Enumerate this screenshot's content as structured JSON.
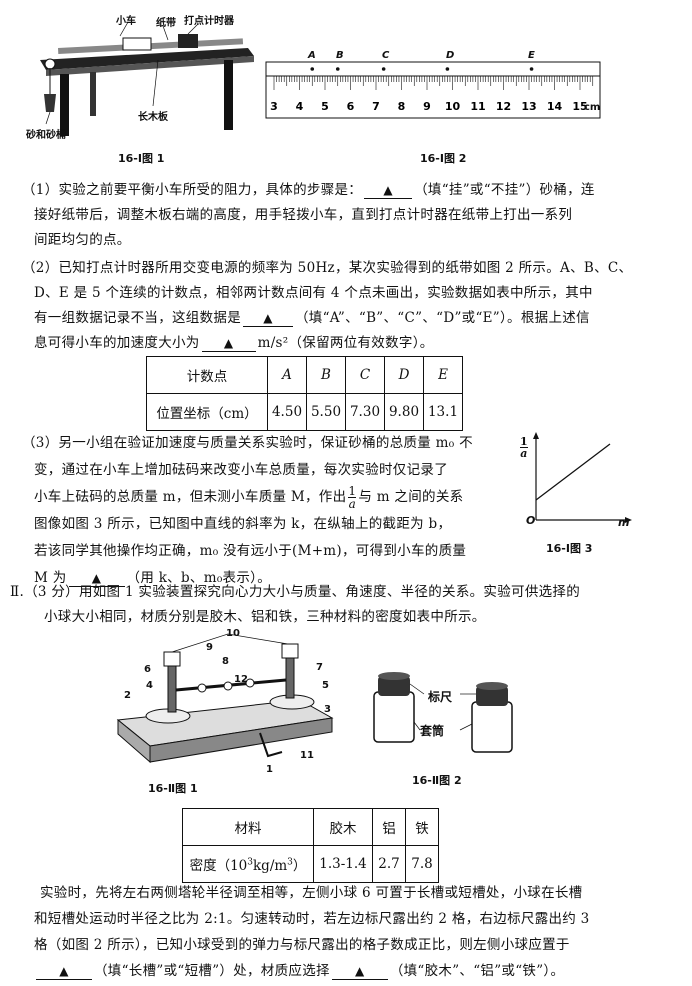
{
  "fig1": {
    "caption": "16-Ⅰ图 1",
    "label_cart": "小车",
    "label_tape": "纸带",
    "label_timer": "打点计时器",
    "label_board": "长木板",
    "label_sand": "砂和砂桶"
  },
  "fig2": {
    "caption": "16-Ⅰ图 2",
    "points": [
      "A",
      "B",
      "C",
      "D",
      "E"
    ],
    "ticks": [
      "3",
      "4",
      "5",
      "6",
      "7",
      "8",
      "9",
      "10",
      "11",
      "12",
      "13",
      "14",
      "15"
    ],
    "unit": "cm"
  },
  "q1": {
    "text_a": "（1）实验之前要平衡小车所受的阻力，具体的步骤是：",
    "text_b": "（填“挂”或“不挂”）砂桶，连",
    "text_c": "接好纸带后，调整木板右端的高度，用手轻拨小车，直到打点计时器在纸带上打出一系列",
    "text_d": "间距均匀的点。"
  },
  "q2": {
    "line1": "（2）已知打点计时器所用交变电源的频率为 50Hz，某次实验得到的纸带如图 2 所示。A、B、C、",
    "line2": "D、E 是 5 个连续的计数点，相邻两计数点间有 4 个点未画出，实验数据如表中所示，其中",
    "line3_a": "有一组数据记录不当，这组数据是",
    "line3_b": "（填“A”、“B”、“C”、“D”或“E”）。根据上述信",
    "line4_a": "息可得小车的加速度大小为",
    "line4_b": "m/s²（保留两位有效数字）。"
  },
  "table1": {
    "header": [
      "计数点",
      "A",
      "B",
      "C",
      "D",
      "E"
    ],
    "row": [
      "位置坐标（cm）",
      "4.50",
      "5.50",
      "7.30",
      "9.80",
      "13.1"
    ]
  },
  "q3": {
    "line1": "（3）另一小组在验证加速度与质量关系实验时，保证砂桶的总质量 m₀ 不",
    "line2": "变，通过在小车上增加砝码来改变小车总质量，每次实验时仅记录了",
    "line3_a": "小车上砝码的总质量 m，但未测小车质量 M，作出",
    "line3_frac_num": "1",
    "line3_frac_den": "a",
    "line3_b": "与 m 之间的关系",
    "line4": "图像如图 3 所示，已知图中直线的斜率为 k，在纵轴上的截距为 b，",
    "line5": "若该同学其他操作均正确，m₀ 没有远小于(M+m)，可得到小车的质量",
    "line6_a": "M 为",
    "line6_b": "（用 k、b、m₀表示）。"
  },
  "fig3": {
    "caption": "16-Ⅰ图 3",
    "y_num": "1",
    "y_den": "a",
    "x_label": "m",
    "origin": "O"
  },
  "partII": {
    "line1": "Ⅱ.（3 分）用如图 1 实验装置探究向心力大小与质量、角速度、半径的关系。实验可供选择的",
    "line2": "小球大小相同，材质分别是胶木、铝和铁，三种材料的密度如表中所示。"
  },
  "fig4": {
    "caption": "16-Ⅱ图 1",
    "numbers": [
      "10",
      "9",
      "8",
      "6",
      "7",
      "12",
      "2",
      "4",
      "5",
      "3",
      "11",
      "1"
    ]
  },
  "fig5": {
    "caption": "16-Ⅱ图 2",
    "label_ruler": "标尺",
    "label_sleeve": "套筒"
  },
  "table2": {
    "header": [
      "材料",
      "胶木",
      "铝",
      "铁"
    ],
    "row_label": "密度（10",
    "row_label_sup": "3",
    "row_label_unit": "kg/m",
    "row_label_sup2": "3",
    "row_label_end": "）",
    "values": [
      "1.3-1.4",
      "2.7",
      "7.8"
    ]
  },
  "final": {
    "line1": "实验时，先将左右两侧塔轮半径调至相等，左侧小球 6 可置于长槽或短槽处，小球在长槽",
    "line2": "和短槽处运动时半径之比为 2:1。匀速转动时，若左边标尺露出约 2 格，右边标尺露出约 3",
    "line3": "格（如图 2 所示），已知小球受到的弹力与标尺露出的格子数成正比，则左侧小球应置于",
    "line4_a": "（填“长槽”或“短槽”）处，材质应选择",
    "line4_b": "（填“胶木”、“铝”或“铁”）。"
  },
  "blank_mark": "▲"
}
